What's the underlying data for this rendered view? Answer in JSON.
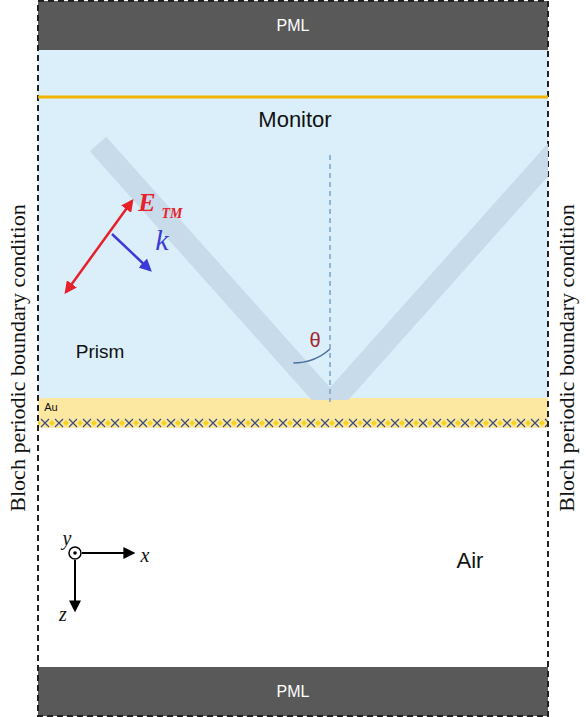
{
  "diagram": {
    "nodes": [
      {
        "text": [
          "PML"
        ]
      },
      {
        "text": [
          "Prism"
        ]
      },
      {
        "text": [
          "Au"
        ]
      },
      {
        "text": [
          "Air"
        ]
      },
      {
        "text": [
          "PML"
        ]
      }
    ],
    "labels": [
      "Monitor",
      "Bloch periodic boundary condition",
      "Bloch periodic boundary condition",
      "E",
      "TM",
      "k",
      "θ",
      "y",
      "x",
      "z"
    ]
  }
}
